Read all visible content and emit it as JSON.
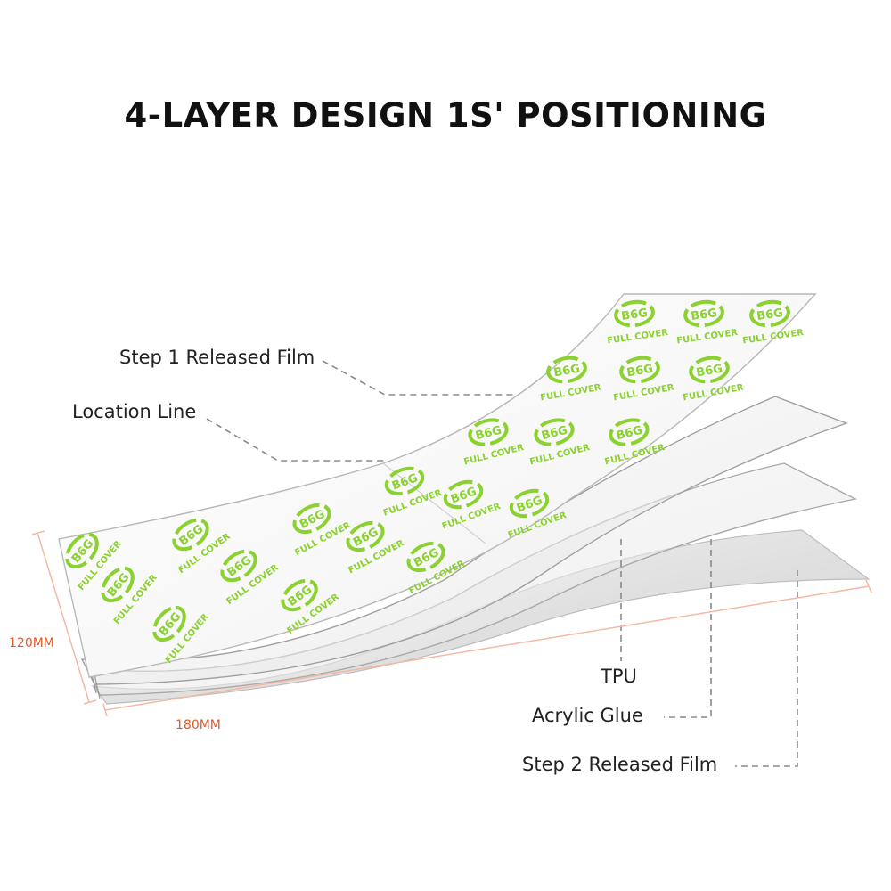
{
  "title": "4-LAYER DESIGN 1S' POSITIONING",
  "callouts": {
    "step1_released_film": "Step 1 Released Film",
    "location_line": "Location Line",
    "tpu": "TPU",
    "acrylic_glue": "Acrylic Glue",
    "step2_released_film": "Step 2 Released Film"
  },
  "dimensions": {
    "height": "120MM",
    "width": "180MM"
  },
  "logo": {
    "mark": "B6G",
    "caption": "FULL COVER"
  },
  "colors": {
    "logo_green": "#8bd12f",
    "dimension_orange": "#e15a2a",
    "leader_gray": "#8a8a8a"
  }
}
